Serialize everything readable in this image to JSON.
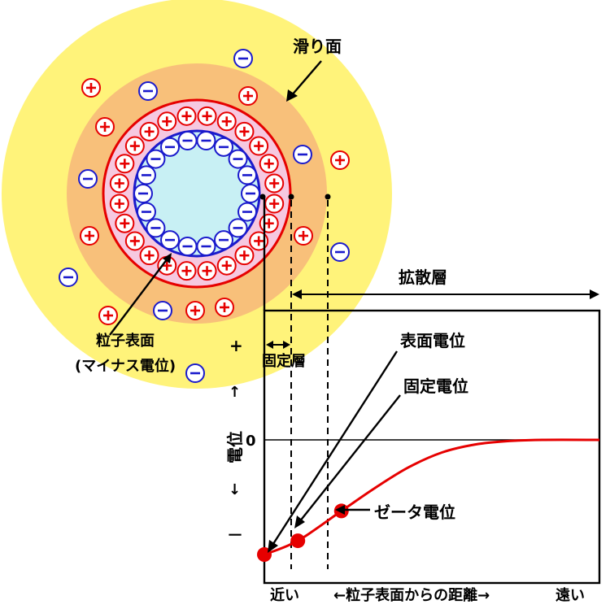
{
  "labels": {
    "slip_plane": "滑り面",
    "particle_surface": "粒子表面",
    "particle_surface_sub": "(マイナス電位)",
    "diffuse_layer": "拡散層",
    "fixed_layer": "固定層",
    "surface_potential": "表面電位",
    "fixed_potential": "固定電位",
    "zeta_potential": "ゼータ電位",
    "y_plus": "+",
    "y_up_arrow": "↑",
    "y_axis": "電位",
    "y_down_arrow": "↓",
    "y_minus": "－",
    "zero": "0",
    "near": "近い",
    "far": "遠い",
    "x_axis": "←粒子表面からの距離→"
  },
  "colors": {
    "diffuse_zone": "#fff37a",
    "slip_zone": "#f8c07a",
    "fixed_ring": "#f6c8e0",
    "particle_core": "#c8f0f4",
    "positive_ion": "#e60000",
    "negative_ion": "#1a1acc",
    "curve": "#e60000"
  },
  "chart_data": {
    "type": "line",
    "title": "",
    "xlabel": "←粒子表面からの距離→",
    "ylabel": "電位",
    "x_ends": [
      "近い",
      "遠い"
    ],
    "series": [
      {
        "points": [
          [
            0.0,
            -1.0
          ],
          [
            0.1,
            -0.88
          ],
          [
            0.23,
            -0.62
          ],
          [
            0.33,
            -0.42
          ],
          [
            0.43,
            -0.24
          ],
          [
            0.53,
            -0.11
          ],
          [
            0.63,
            -0.04
          ],
          [
            0.73,
            -0.01
          ],
          [
            0.83,
            0.0
          ],
          [
            1.0,
            0.0
          ]
        ]
      }
    ],
    "markers": [
      {
        "label": "表面電位",
        "x": 0.0,
        "y": -1.0
      },
      {
        "label": "固定電位",
        "x": 0.1,
        "y": -0.88
      },
      {
        "label": "ゼータ電位",
        "x": 0.23,
        "y": -0.62
      }
    ]
  }
}
